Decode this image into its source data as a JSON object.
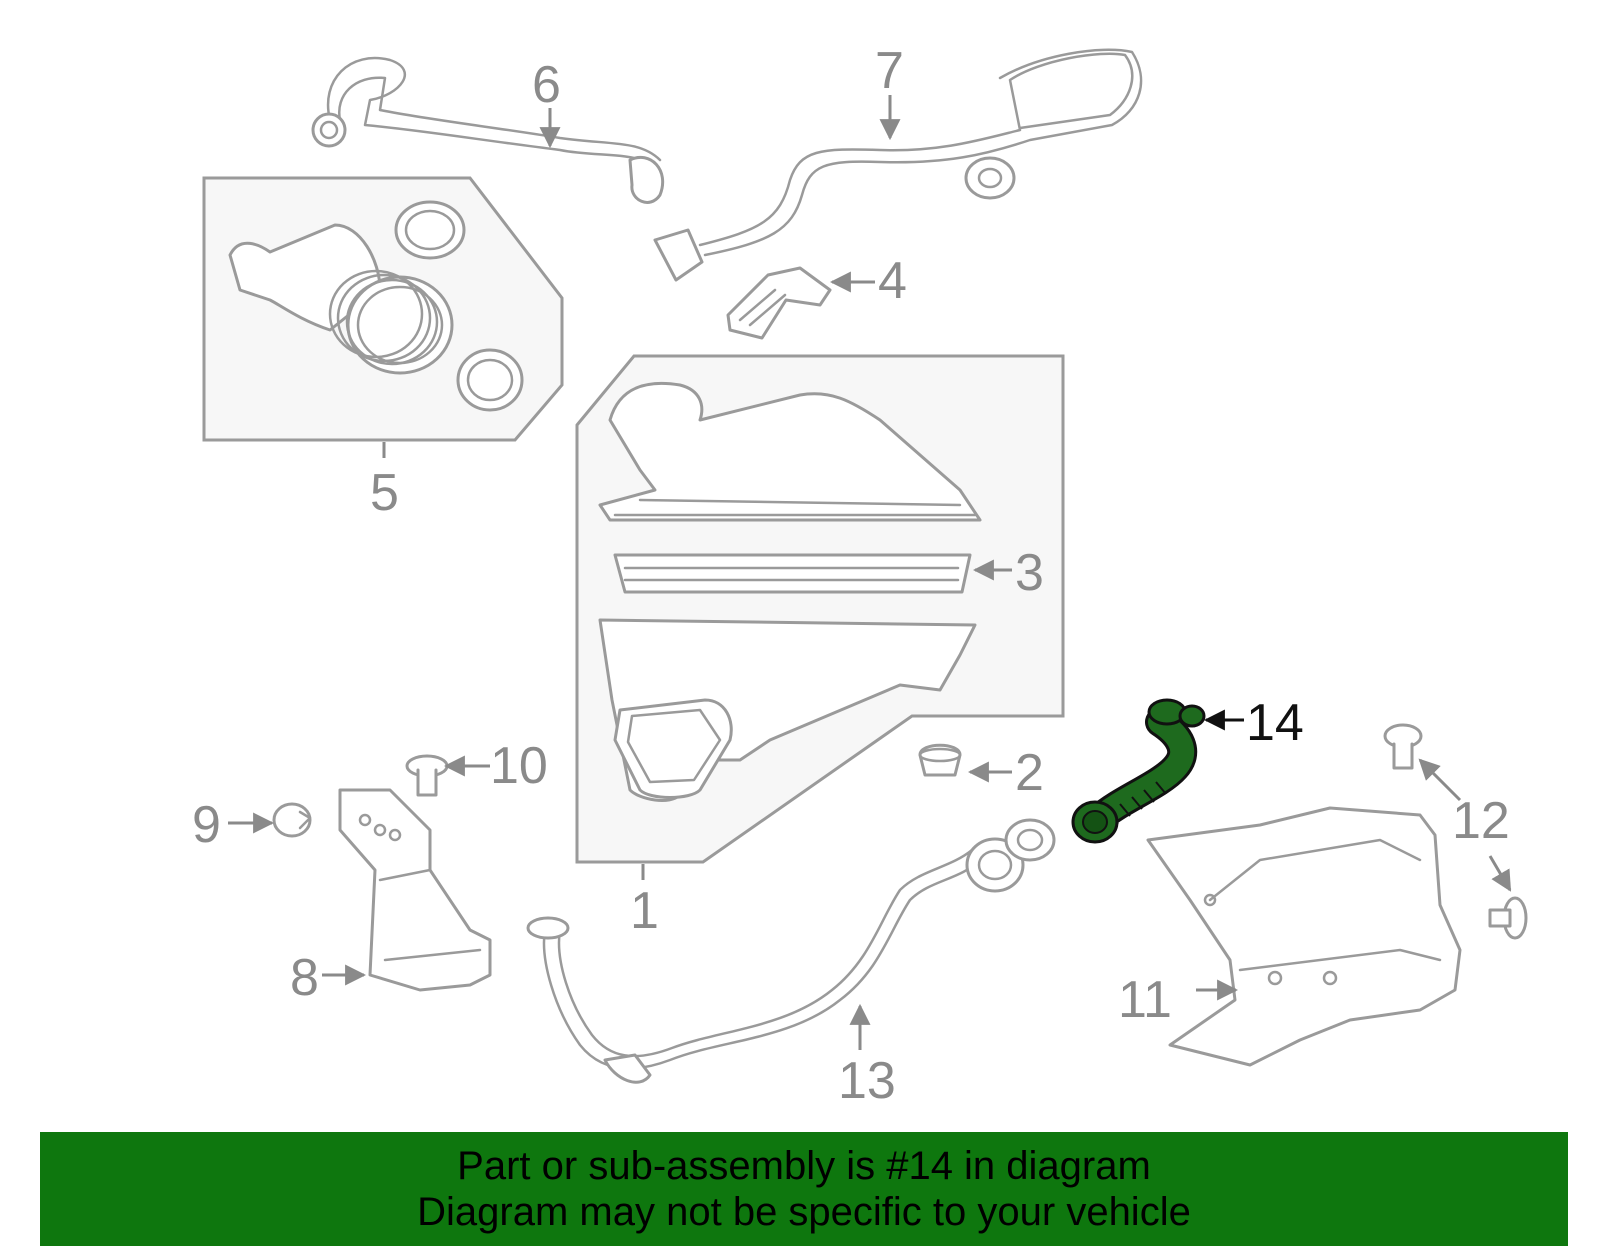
{
  "diagram": {
    "highlight_color": "#1e6a1e",
    "callouts": {
      "c1": "1",
      "c2": "2",
      "c3": "3",
      "c4": "4",
      "c5": "5",
      "c6": "6",
      "c7": "7",
      "c8": "8",
      "c9": "9",
      "c10": "10",
      "c11": "11",
      "c12": "12",
      "c13": "13",
      "c14": "14"
    },
    "highlighted_part": "14"
  },
  "banner": {
    "line1": "Part or sub-assembly is #14 in diagram",
    "line2": "Diagram may not be specific to your vehicle",
    "background": "#0e770e"
  }
}
